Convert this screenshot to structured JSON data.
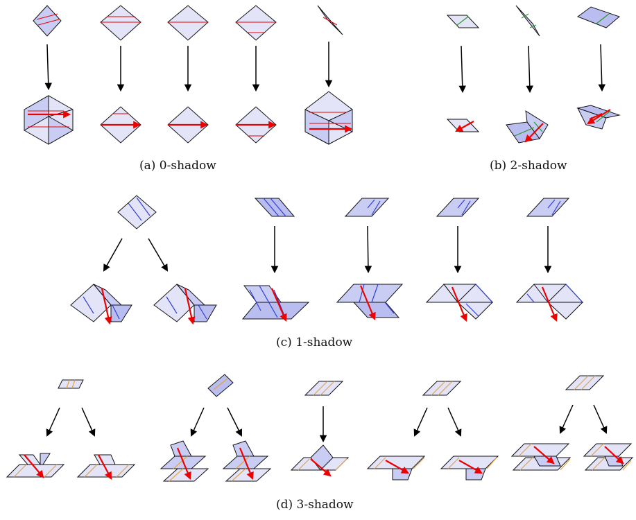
{
  "figure": {
    "captions": {
      "a": "(a) 0-shadow",
      "b": "(b) 2-shadow",
      "c": "(c) 1-shadow",
      "d": "(d) 3-shadow"
    }
  },
  "colors": {
    "fill": "#d9dbf5",
    "fill_dark": "#b9bdf0",
    "outline": "#111111",
    "arrow": "#000000",
    "highlight_arrow": "#ee0000",
    "red_line": "#ee0000",
    "green_line": "#2a9a2a",
    "blue_line": "#2f3fd8",
    "orange_line": "#e8a33a"
  }
}
